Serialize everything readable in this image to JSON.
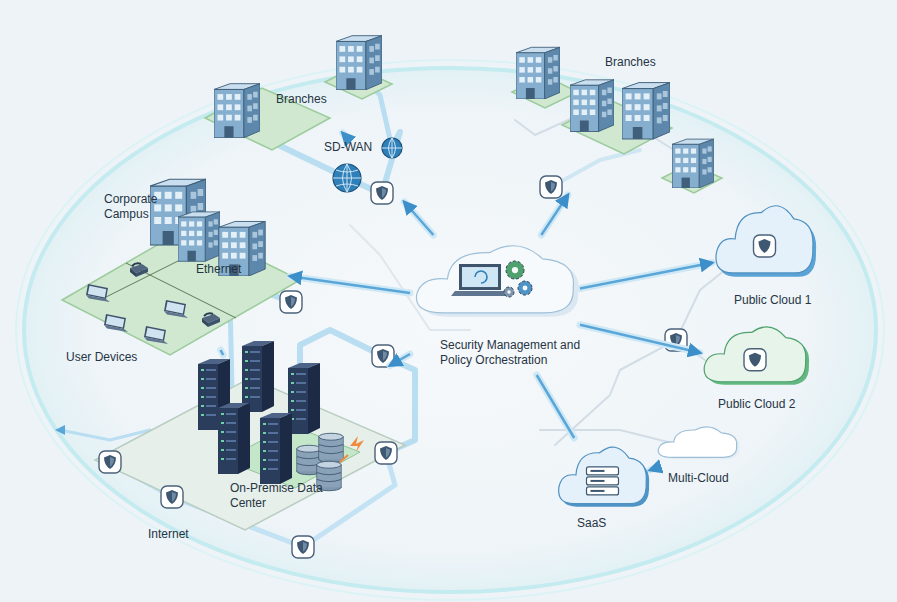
{
  "diagram": {
    "nodes": [
      {
        "text": [
          "Branches"
        ]
      },
      {
        "text": [
          "SD-WAN"
        ]
      },
      {
        "text": [
          "Branches"
        ]
      },
      {
        "text": [
          "Corporate Campus",
          "Ethernet",
          "User Devices"
        ]
      },
      {
        "text": [
          "Security Management and Policy Orchestration"
        ]
      },
      {
        "text": [
          "On-Premise Data Center"
        ]
      },
      {
        "text": [
          "Public Cloud 1"
        ]
      },
      {
        "text": [
          "Public Cloud 2"
        ]
      },
      {
        "text": [
          "Multi-Cloud"
        ]
      },
      {
        "text": [
          "SaaS"
        ]
      }
    ],
    "edges": [
      {
        "from": 4,
        "to": 1,
        "arrow": "to"
      },
      {
        "from": 1,
        "to": 0,
        "arrow": "to"
      },
      {
        "from": 4,
        "to": 2,
        "arrow": "to"
      },
      {
        "from": 4,
        "to": 3,
        "arrow": "to"
      },
      {
        "from": 4,
        "to": 5,
        "arrow": "to"
      },
      {
        "from": 4,
        "to": 6,
        "arrow": "to"
      },
      {
        "from": 4,
        "to": 7,
        "arrow": "to"
      },
      {
        "from": 4,
        "to": 9,
        "arrow": "none"
      },
      {
        "from": 8,
        "to": 9,
        "arrow": "to"
      },
      {
        "from": 3,
        "to": 5,
        "arrow": "none"
      }
    ],
    "labels": [
      "Internet"
    ]
  }
}
